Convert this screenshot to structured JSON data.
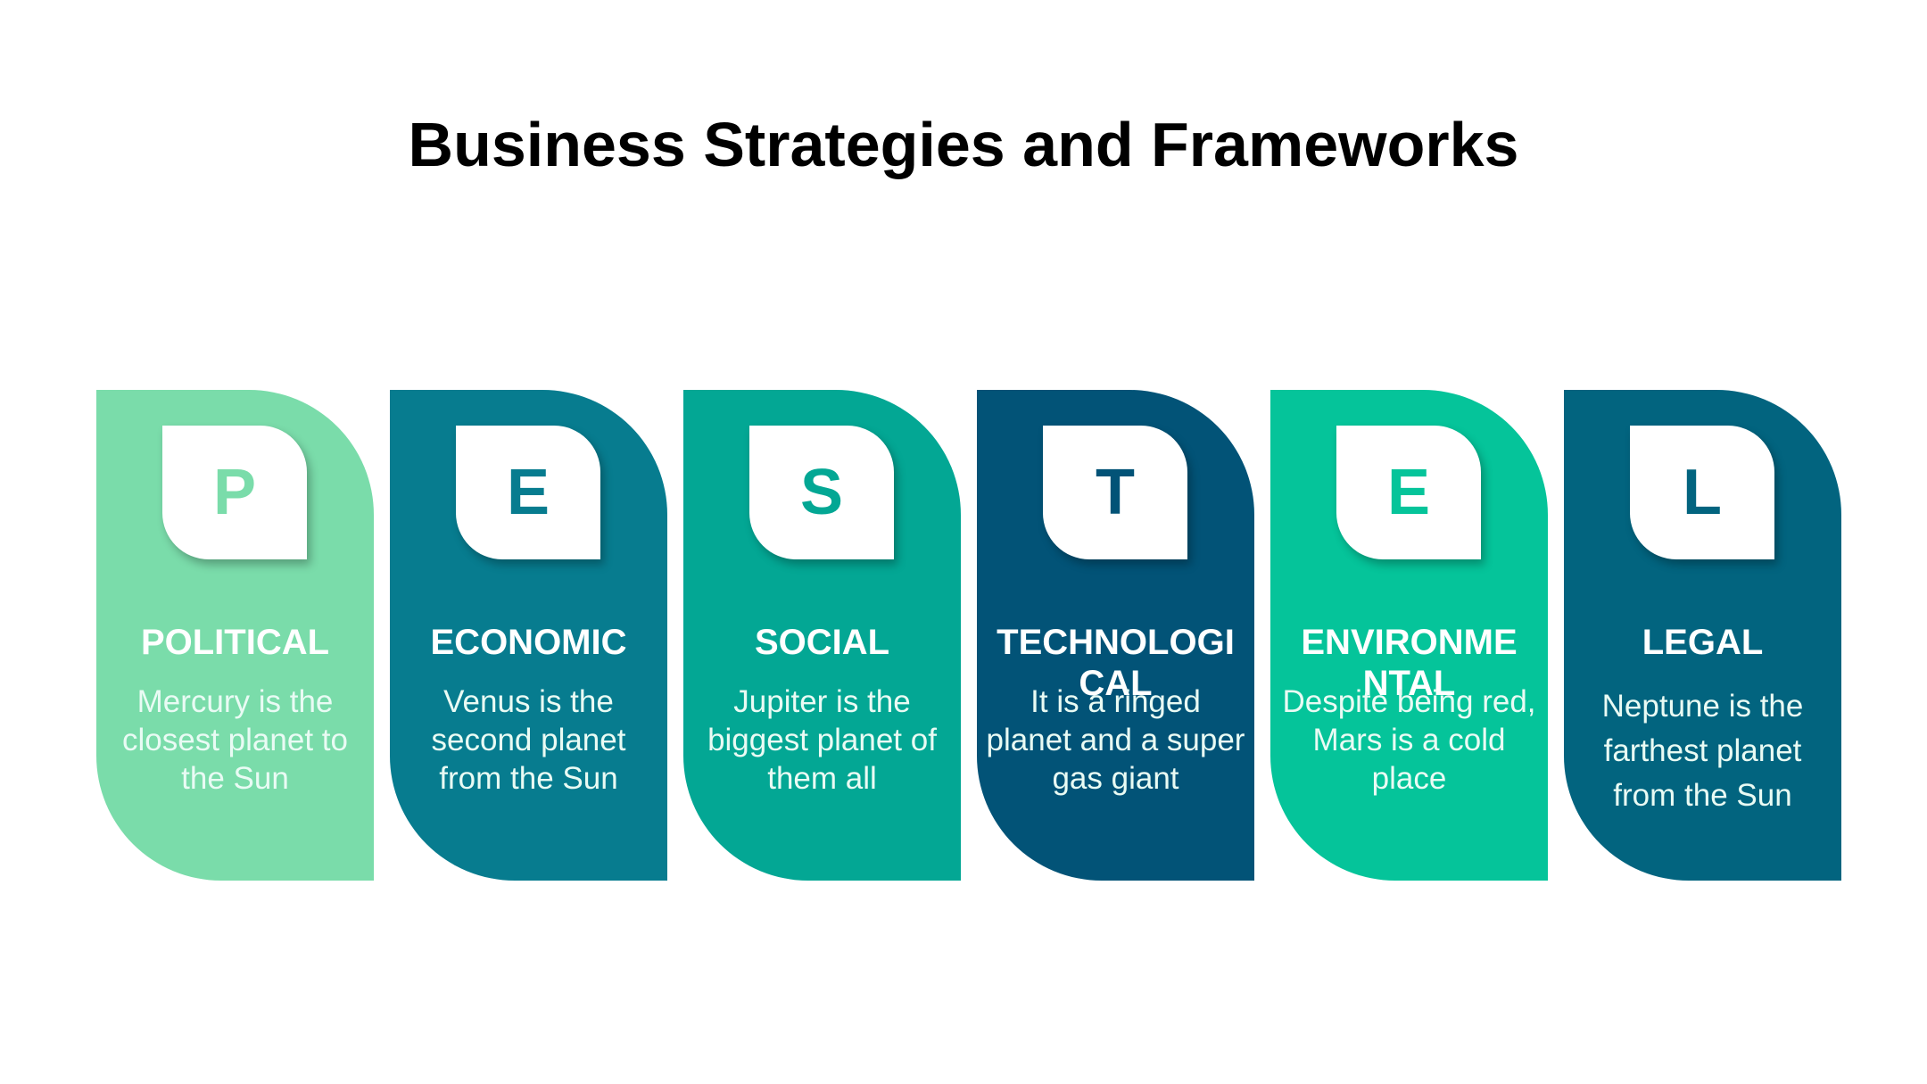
{
  "title": "Business Strategies and Frameworks",
  "cards": [
    {
      "letter": "P",
      "heading": "POLITICAL",
      "description": "Mercury is the closest planet to the Sun",
      "color": "#7adcaa",
      "letter_color": "#7adcaa"
    },
    {
      "letter": "E",
      "heading": "ECONOMIC",
      "description": "Venus is the second planet from the Sun",
      "color": "#077c8f",
      "letter_color": "#077c8f"
    },
    {
      "letter": "S",
      "heading": "SOCIAL",
      "description": "Jupiter is the biggest planet of them all",
      "color": "#03a794",
      "letter_color": "#03a794"
    },
    {
      "letter": "T",
      "heading": "TECHNOLOGICAL",
      "description": "It is a ringed planet and a super gas giant",
      "color": "#025377",
      "letter_color": "#025377"
    },
    {
      "letter": "E",
      "heading": "ENVIRONMENTAL",
      "description": "Despite being red, Mars is a cold place",
      "color": "#05c49a",
      "letter_color": "#05c49a"
    },
    {
      "letter": "L",
      "heading": "LEGAL",
      "description": "Neptune is the farthest planet from the Sun",
      "color": "#02647f",
      "letter_color": "#02647f"
    }
  ]
}
